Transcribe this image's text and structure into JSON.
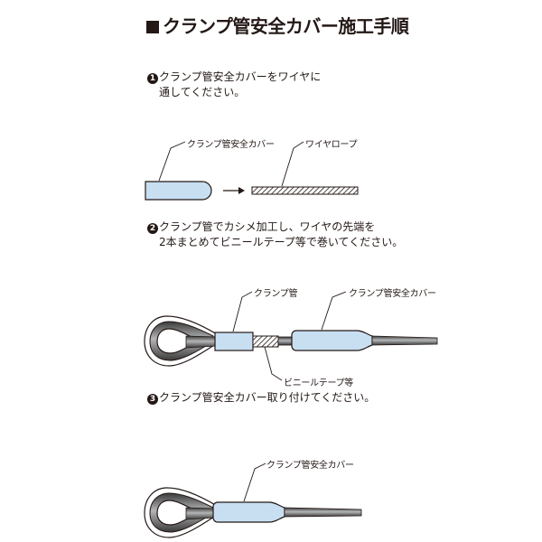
{
  "title": "クランプ管安全カバー施工手順",
  "steps": [
    {
      "num": "1",
      "line1": "クランプ管安全カバーをワイヤに",
      "line2": "通してください。"
    },
    {
      "num": "2",
      "line1": "クランプ管でカシメ加工し、ワイヤの先端を",
      "line2": "2本まとめてビニールテープ等で巻いてください。"
    },
    {
      "num": "3",
      "line1": "クランプ管安全カバー取り付けてください。",
      "line2": ""
    }
  ],
  "labels": {
    "cover_step1": "クランプ管安全カバー",
    "wire_rope": "ワイヤロープ",
    "clamp_step2": "クランプ管",
    "cover_step2": "クランプ管安全カバー",
    "vinyl_tape": "ビニールテープ等",
    "cover_step3": "クランプ管安全カバー"
  },
  "colors": {
    "cover_fill": "#c8dff2",
    "ink": "#231815",
    "wire": "#6d6e70"
  }
}
